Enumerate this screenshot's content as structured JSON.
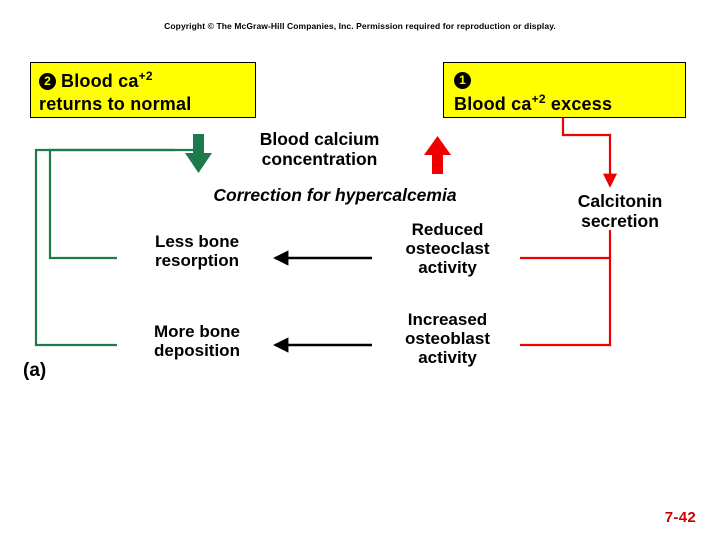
{
  "copyright": "Copyright © The McGraw-Hill Companies, Inc. Permission required for reproduction or display.",
  "callouts": [
    {
      "number": "2",
      "line1": "Blood ca",
      "sup1": "+2",
      "line2": "returns to normal",
      "fill": "#ffff00",
      "border": "#000000"
    },
    {
      "number": "1",
      "line1": "",
      "line2": "Blood ca",
      "sup2": "+2",
      "line2b": " excess",
      "fill": "#ffff00",
      "border": "#000000"
    }
  ],
  "labels": {
    "blood_calcium": "Blood calcium\nconcentration",
    "blood_calcium_l1": "Blood calcium",
    "blood_calcium_l2": "concentration",
    "correction": "Correction for hypercalcemia",
    "calcitonin_l1": "Calcitonin",
    "calcitonin_l2": "secretion",
    "reduced_l1": "Reduced",
    "reduced_l2": "osteoclast",
    "reduced_l3": "activity",
    "increased_l1": "Increased",
    "increased_l2": "osteoblast",
    "increased_l3": "activity",
    "less_bone_l1": "Less bone",
    "less_bone_l2": "resorption",
    "more_bone_l1": "More bone",
    "more_bone_l2": "deposition",
    "panel": "(a)"
  },
  "slide_number": "7-42",
  "colors": {
    "excess_path": "#ee0000",
    "correction_path": "#1d7a4c",
    "arrow_black": "#000000",
    "slide_number": "#cc0000",
    "callout_fill": "#ffff00"
  },
  "chart_data": {
    "type": "diagram",
    "title": "Negative feedback control of blood calcium (hypercalcemia correction)",
    "nodes": [
      "Blood ca+2 excess",
      "Blood calcium concentration",
      "Calcitonin secretion",
      "Reduced osteoclast activity",
      "Increased osteoblast activity",
      "Less bone resorption",
      "More bone deposition",
      "Blood ca+2 returns to normal"
    ],
    "edges": [
      {
        "from": "Blood ca+2 excess",
        "to": "Calcitonin secretion",
        "color": "#ee0000"
      },
      {
        "from": "Blood calcium concentration",
        "to": "Blood ca+2 excess",
        "color": "#ee0000",
        "note": "upward red arrow"
      },
      {
        "from": "Calcitonin secretion",
        "to": "Reduced osteoclast activity",
        "color": "#ee0000"
      },
      {
        "from": "Calcitonin secretion",
        "to": "Increased osteoblast activity",
        "color": "#ee0000"
      },
      {
        "from": "Reduced osteoclast activity",
        "to": "Less bone resorption",
        "color": "#000000"
      },
      {
        "from": "Increased osteoblast activity",
        "to": "More bone deposition",
        "color": "#000000"
      },
      {
        "from": "Less bone resorption",
        "to": "Blood calcium concentration",
        "color": "#1d7a4c"
      },
      {
        "from": "More bone deposition",
        "to": "Blood calcium concentration",
        "color": "#1d7a4c",
        "note": "downward green arrow"
      }
    ]
  }
}
